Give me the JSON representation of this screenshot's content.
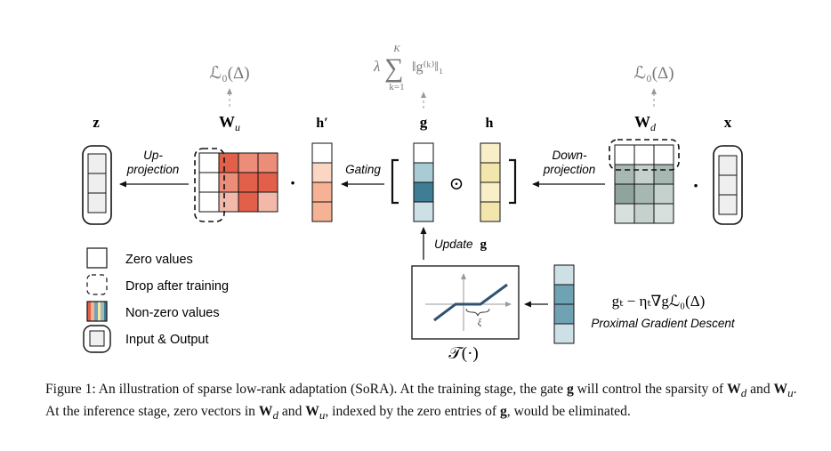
{
  "labels": {
    "z": "z",
    "wu_base": "W",
    "wu_sub": "u",
    "h_prime": "h′",
    "g": "g",
    "h": "h",
    "wd_base": "W",
    "wd_sub": "d",
    "x": "x",
    "loss_left": "ℒ₀(Δ)",
    "loss_right": "ℒ₀(Δ)",
    "lambda": "λ",
    "sum_sym": "∑",
    "sum_top": "K",
    "sum_bottom": "k=1",
    "norm_expr": "‖g⁽ᵏ⁾‖₁",
    "up_projection": [
      "Up-",
      "projection"
    ],
    "down_projection": [
      "Down-",
      "projection"
    ],
    "gating": "Gating",
    "dot": "·",
    "odot": "⊙",
    "update": "Update",
    "update_g": "g",
    "gradient_formula": "gₜ − ηₜ∇gℒ₀(Δ)",
    "proximal": "Proximal Gradient Descent",
    "xi": "ξ",
    "threshold": "𝒯(·)"
  },
  "legend": [
    {
      "key": "zero",
      "label": "Zero values"
    },
    {
      "key": "drop",
      "label": "Drop after training"
    },
    {
      "key": "nonzero",
      "label": "Non-zero values"
    },
    {
      "key": "io",
      "label": "Input & Output"
    }
  ],
  "caption": {
    "figure_label": "Figure 1:",
    "text1": " An illustration of sparse low-rank adaptation (SoRA). At the training stage, the gate ",
    "g1": "g",
    "text2": " will control the sparsity of ",
    "wd1": "W",
    "wd1_sub": "d",
    "text3": " and ",
    "wu1": "W",
    "wu1_sub": "u",
    "text4": ". At the inference stage, zero vectors in ",
    "wd2": "W",
    "wd2_sub": "d",
    "text5": " and ",
    "wu2": "W",
    "wu2_sub": "u",
    "text6": ", indexed by the zero entries of ",
    "g2": "g",
    "text7": ", would be eliminated."
  },
  "colors": {
    "red_dark": "#e2604a",
    "red_mid": "#eb8d79",
    "red_light": "#f2b9ab",
    "peach1": "#fbd7c3",
    "peach2": "#f5b295",
    "teal1": "#a9cbd5",
    "teal2": "#6fa3b4",
    "teal3": "#3f7d94",
    "teal4": "#cce0e6",
    "cream1": "#f8efc8",
    "cream2": "#f3e6ad",
    "gray1": "#a7b8b3",
    "gray2": "#8fa49e",
    "gray3": "#c4d1cd",
    "gray4": "#d7e0dd",
    "io_fill": "#efefef",
    "line_blue": "#2f5373"
  }
}
